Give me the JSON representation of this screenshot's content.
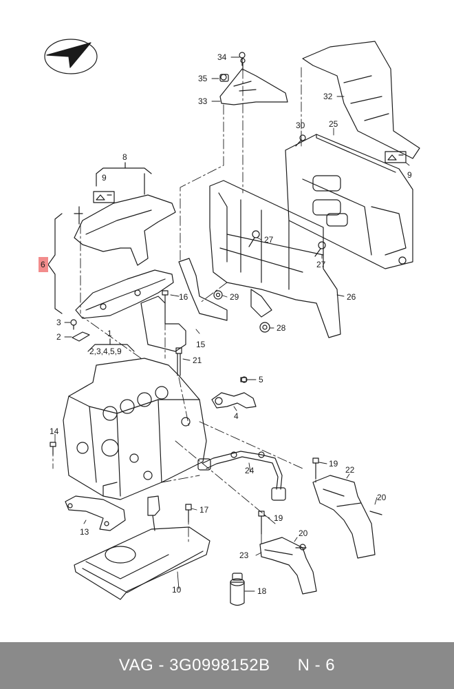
{
  "footer": {
    "part_code": "VAG - 3G0998152B",
    "sheet": "N - 6"
  },
  "colors": {
    "highlight": "#f28c8c",
    "footer_bg": "#8a8a8a",
    "line": "#1a1a1a"
  },
  "icons": [
    "brand-logo-icon"
  ],
  "labels": {
    "l1": "1",
    "l1sub": "2,3,4,5,9",
    "l2": "2",
    "l3": "3",
    "l4": "4",
    "l5": "5",
    "l6": "6",
    "l8": "8",
    "l9a": "9",
    "l9b": "9",
    "l10": "10",
    "l13": "13",
    "l14": "14",
    "l15": "15",
    "l16": "16",
    "l17": "17",
    "l18": "18",
    "l19a": "19",
    "l19b": "19",
    "l20a": "20",
    "l20b": "20",
    "l21": "21",
    "l22": "22",
    "l23": "23",
    "l24": "24",
    "l25": "25",
    "l26": "26",
    "l27a": "27",
    "l27b": "27",
    "l28": "28",
    "l29": "29",
    "l30": "30",
    "l32": "32",
    "l33": "33",
    "l34": "34",
    "l35": "35"
  }
}
